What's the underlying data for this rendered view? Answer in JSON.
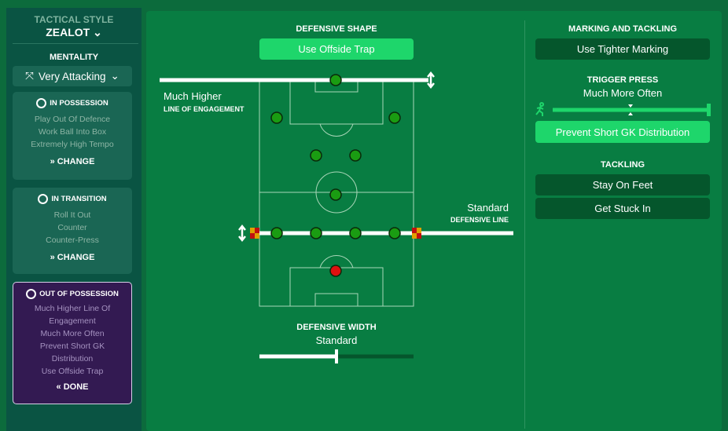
{
  "sidebar": {
    "tactical_style_label": "TACTICAL STYLE",
    "tactical_style": "ZEALOT",
    "mentality_label": "MENTALITY",
    "mentality": "Very Attacking",
    "in_possession": {
      "title": "IN POSSESSION",
      "items": [
        "Play Out Of Defence",
        "Work Ball Into Box",
        "Extremely High Tempo"
      ],
      "action": "CHANGE"
    },
    "in_transition": {
      "title": "IN TRANSITION",
      "items": [
        "Roll It Out",
        "Counter",
        "Counter-Press"
      ],
      "action": "CHANGE"
    },
    "out_of_possession": {
      "title": "OUT OF POSSESSION",
      "items": [
        "Much Higher Line Of",
        "Engagement",
        "Much More Often",
        "Prevent Short GK",
        "Distribution",
        "Use Offside Trap"
      ],
      "action": "DONE"
    }
  },
  "shape": {
    "title": "DEFENSIVE SHAPE",
    "offside_button": "Use Offside Trap",
    "engagement_value": "Much Higher",
    "engagement_label": "LINE OF ENGAGEMENT",
    "defline_value": "Standard",
    "defline_label": "DEFENSIVE LINE",
    "width_title": "DEFENSIVE WIDTH",
    "width_value": "Standard",
    "width_level": 0.5
  },
  "right": {
    "marking_title": "MARKING AND TACKLING",
    "marking_button": "Use Tighter Marking",
    "press_title": "TRIGGER PRESS",
    "press_value": "Much More Often",
    "press_level": 1.0,
    "gk_button": "Prevent Short GK Distribution",
    "tackling_title": "TACKLING",
    "tackle_options": [
      "Stay On Feet",
      "Get Stuck In"
    ]
  }
}
